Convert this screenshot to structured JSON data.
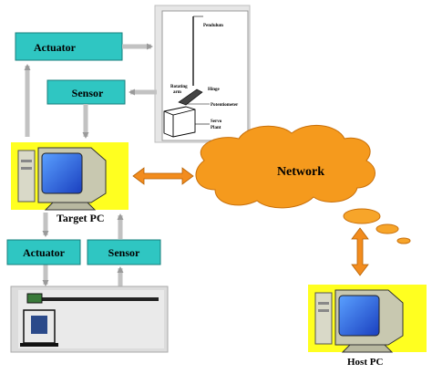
{
  "boxes": {
    "actuator_top": "Actuator",
    "sensor_top": "Sensor",
    "actuator_bottom": "Actuator",
    "sensor_bottom": "Sensor"
  },
  "captions": {
    "target_pc": "Target PC",
    "host_pc": "Host PC",
    "network": "Network"
  },
  "pendulum_labels": {
    "pendulum": "Pendulum",
    "rotating_arm_1": "Rotating",
    "rotating_arm_2": "arm",
    "hinge": "Hinge",
    "potentiometer": "Potentiometer",
    "servo_1": "Servo",
    "servo_2": "Plant"
  },
  "colors": {
    "box_fill": "#2fc6c2",
    "arrow_gray": "#b8b8b8",
    "arrow_orange": "#f28c1e",
    "cloud_fill": "#f59a1d",
    "bubble_fill": "#f7a52a",
    "pc_background": "#ffff20",
    "panel_gray": "#dcdcdc"
  }
}
